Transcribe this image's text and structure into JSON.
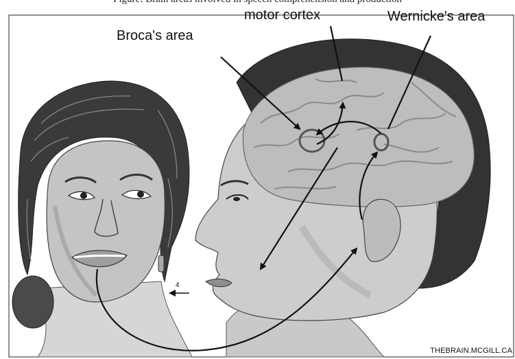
{
  "header": {
    "caption": "Figure: Brain areas involved in speech comprehension and production"
  },
  "labels": {
    "broca": "Broca's area",
    "motor": "motor cortex",
    "wernicke": "Wernicke's area"
  },
  "credit": "THEBRAIN.MCGILL.CA",
  "colors": {
    "background": "#ffffff",
    "hair": "#2f2f2f",
    "skin": "#c9c9c9",
    "brain": "#bdbdbd",
    "arrow": "#111111"
  }
}
